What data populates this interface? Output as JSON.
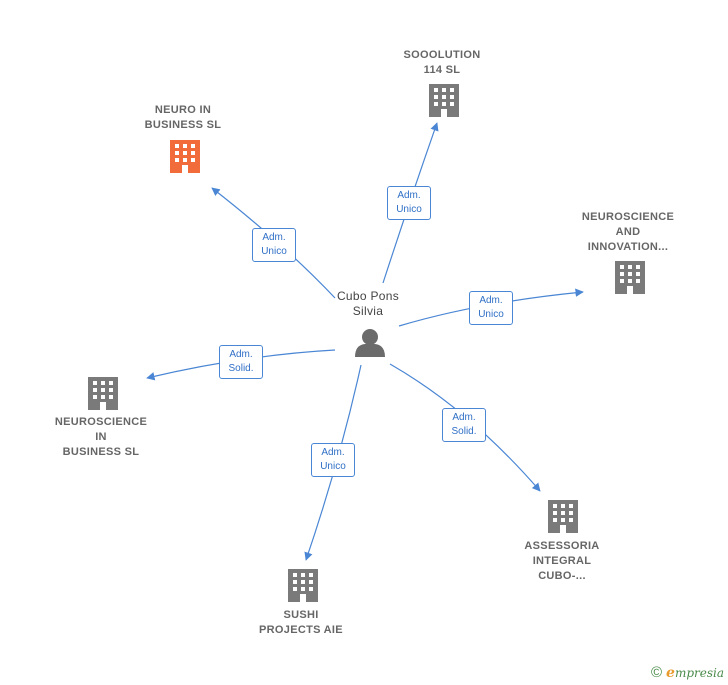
{
  "colors": {
    "edge": "#4a86d4",
    "building": "#7a7a7a",
    "building_highlight": "#f26b3a",
    "person": "#6b6b6b"
  },
  "center": {
    "name_line1": "Cubo Pons",
    "name_line2": "Silvia",
    "icon": "person-icon"
  },
  "nodes": [
    {
      "id": "n1",
      "line1": "NEURO IN",
      "line2": "BUSINESS  SL",
      "line3": "",
      "highlight": true,
      "icon": "building-icon"
    },
    {
      "id": "n2",
      "line1": "SOOOLUTION",
      "line2": "114  SL",
      "line3": "",
      "highlight": false,
      "icon": "building-icon"
    },
    {
      "id": "n3",
      "line1": "NEUROSCIENCE",
      "line2": "AND",
      "line3": "INNOVATION...",
      "highlight": false,
      "icon": "building-icon"
    },
    {
      "id": "n4",
      "line1": "NEUROSCIENCE",
      "line2": "IN",
      "line3": "BUSINESS  SL",
      "highlight": false,
      "icon": "building-icon"
    },
    {
      "id": "n5",
      "line1": "SUSHI",
      "line2": "PROJECTS  AIE",
      "line3": "",
      "highlight": false,
      "icon": "building-icon"
    },
    {
      "id": "n6",
      "line1": "ASSESSORIA",
      "line2": "INTEGRAL",
      "line3": "CUBO-...",
      "highlight": false,
      "icon": "building-icon"
    }
  ],
  "edges": [
    {
      "to": "n1",
      "line1": "Adm.",
      "line2": "Unico"
    },
    {
      "to": "n2",
      "line1": "Adm.",
      "line2": "Unico"
    },
    {
      "to": "n3",
      "line1": "Adm.",
      "line2": "Unico"
    },
    {
      "to": "n4",
      "line1": "Adm.",
      "line2": "Solid."
    },
    {
      "to": "n5",
      "line1": "Adm.",
      "line2": "Unico"
    },
    {
      "to": "n6",
      "line1": "Adm.",
      "line2": "Solid."
    }
  ],
  "watermark": {
    "symbol": "©",
    "brand_initial": "e",
    "brand_rest": "mpresia"
  }
}
